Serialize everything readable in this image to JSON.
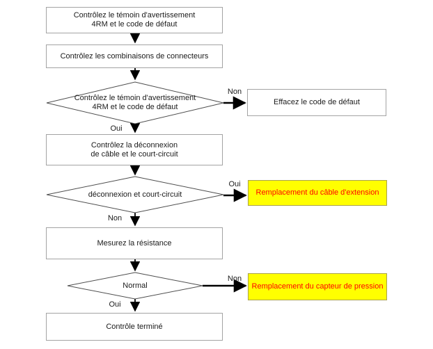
{
  "diagram": {
    "type": "flowchart",
    "language": "fr",
    "nodes": {
      "check_warning_top": {
        "line1": "Contrôlez le témoin d'avertissement",
        "line2": "4RM et le code de défaut"
      },
      "check_connectors": {
        "label": "Contrôlez les combinaisons de connecteurs"
      },
      "decision_warning": {
        "line1": "Contrôlez le témoin d'avertissement",
        "line2": "4RM et le code de défaut"
      },
      "erase_code": {
        "label": "Effacez le code de défaut"
      },
      "check_disconnection": {
        "line1": "Contrôlez la déconnexion",
        "line2": "de câble et le court-circuit"
      },
      "decision_disconnection": {
        "label": "déconnexion et court-circuit"
      },
      "replace_cable": {
        "label": "Remplacement du câble d'extension"
      },
      "measure_resistance": {
        "label": "Mesurez la résistance"
      },
      "decision_normal": {
        "label": "Normal"
      },
      "replace_sensor": {
        "label": "Remplacement du capteur de pression"
      },
      "check_complete": {
        "label": "Contrôle terminé"
      }
    },
    "labels": {
      "oui": "Oui",
      "non": "Non"
    },
    "colors": {
      "highlight_background": "#ffff00",
      "highlight_text": "#ff0000",
      "box_border": "#a3a3a3",
      "diamond_stroke": "#4d4d4d",
      "arrow": "#000000"
    }
  }
}
